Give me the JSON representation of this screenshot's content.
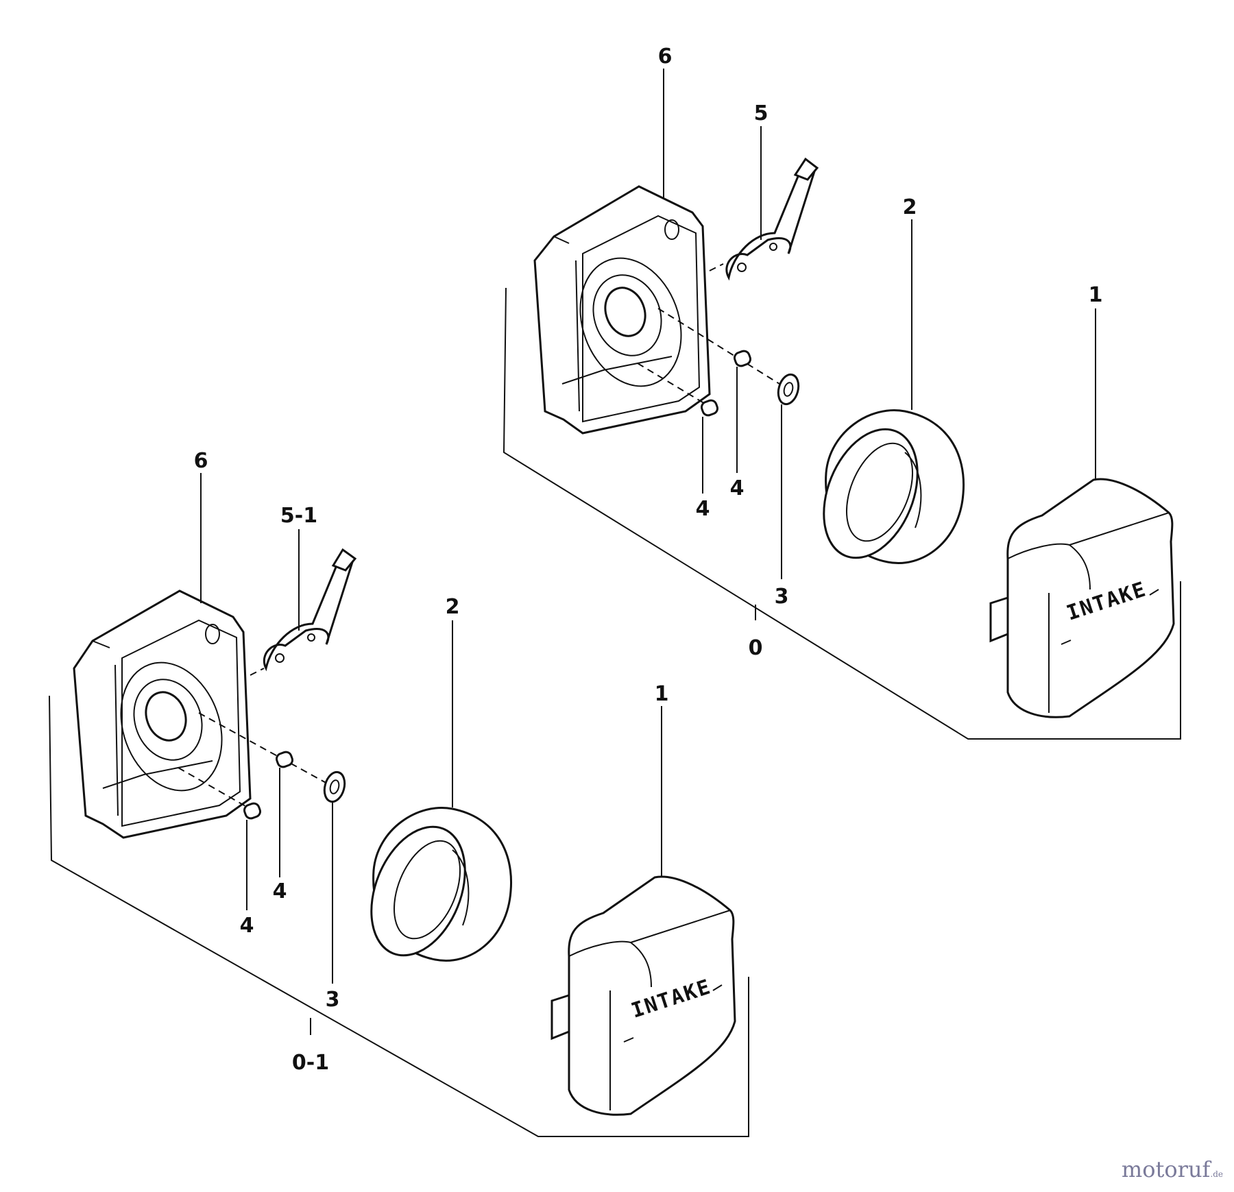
{
  "labels": {
    "group_top": "0",
    "group_bottom": "0-1",
    "top_6": "6",
    "top_5": "5",
    "top_2": "2",
    "top_1": "1",
    "top_4a": "4",
    "top_4b": "4",
    "top_3": "3",
    "bot_6": "6",
    "bot_5": "5-1",
    "bot_2": "2",
    "bot_1": "1",
    "bot_4a": "4",
    "bot_4b": "4",
    "bot_3": "3"
  },
  "cover_text": "INTAKE",
  "watermark": {
    "brand": "motoruf",
    "tld": ".de"
  }
}
